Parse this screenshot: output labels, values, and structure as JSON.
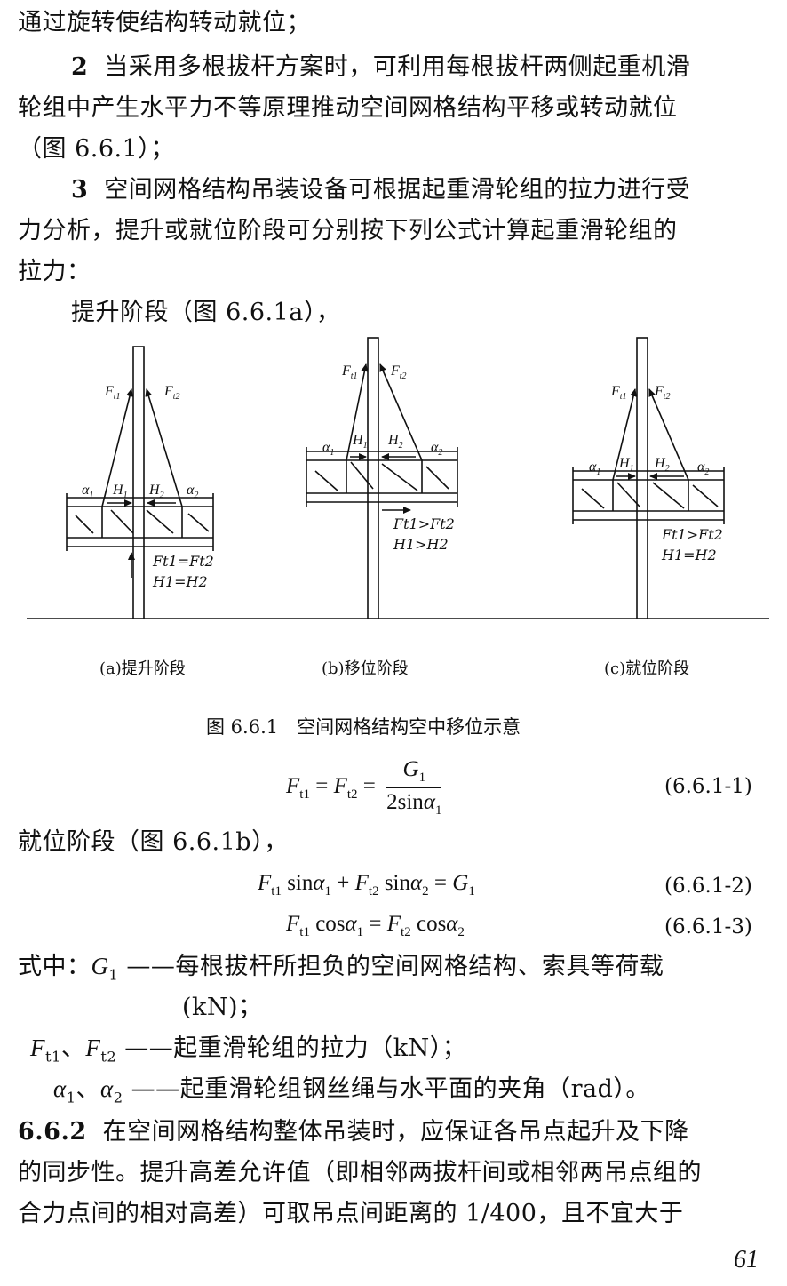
{
  "paragraphs": {
    "l1": "通过旋转使结构转动就位；",
    "item2_num": "2",
    "l2": "当采用多根拔杆方案时，可利用每根拔杆两侧起重机滑",
    "l3": "轮组中产生水平力不等原理推动空间网格结构平移或转动就位",
    "l4": "（图 6.6.1）；",
    "item3_num": "3",
    "l5": "空间网格结构吊装设备可根据起重滑轮组的拉力进行受",
    "l6": "力分析，提升或就位阶段可分别按下列公式计算起重滑轮组的",
    "l7": "拉力：",
    "l8": "提升阶段（图 6.6.1a），"
  },
  "figure": {
    "captions": [
      "(a)提升阶段",
      "(b)移位阶段",
      "(c)就位阶段"
    ],
    "title": "图 6.6.1　空间网格结构空中移位示意",
    "panel_a": {
      "cond1": "Ft1=Ft2",
      "cond2": "H1=H2"
    },
    "panel_b": {
      "cond1": "Ft1>Ft2",
      "cond2": "H1>H2"
    },
    "panel_c": {
      "cond1": "Ft1>Ft2",
      "cond2": "H1=H2"
    }
  },
  "equations": {
    "eq1_no": "(6.6.1-1)",
    "mid_text": "就位阶段（图 6.6.1b），",
    "eq2_no": "(6.6.1-2)",
    "eq3_no": "(6.6.1-3)"
  },
  "definitions": {
    "prefix": "式中：",
    "g1_desc": "——每根拔杆所担负的空间网格结构、索具等荷载",
    "g1_unit": "(kN)；",
    "ft_desc": "——起重滑轮组的拉力（kN）；",
    "alpha_desc": "——起重滑轮组钢丝绳与水平面的夹角（rad）。"
  },
  "section": {
    "num": "6.6.2",
    "l1": "在空间网格结构整体吊装时，应保证各吊点起升及下降",
    "l2": "的同步性。提升高差允许值（即相邻两拔杆间或相邻两吊点组的",
    "l3": "合力点间的相对高差）可取吊点间距离的 1/400，且不宜大于"
  },
  "page_number": "61"
}
